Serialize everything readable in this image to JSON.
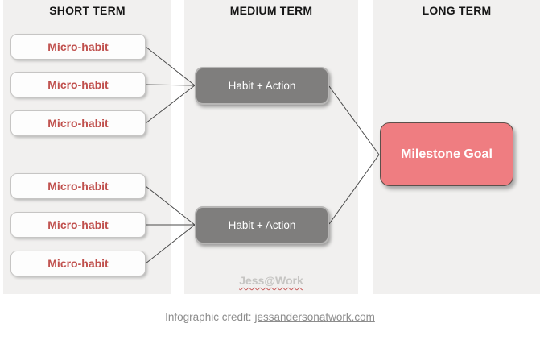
{
  "columns": [
    {
      "title": "SHORT TERM"
    },
    {
      "title": "MEDIUM TERM"
    },
    {
      "title": "LONG TERM"
    }
  ],
  "micro_habits": [
    "Micro-habit",
    "Micro-habit",
    "Micro-habit",
    "Micro-habit",
    "Micro-habit",
    "Micro-habit"
  ],
  "habit_actions": [
    "Habit + Action",
    "Habit + Action"
  ],
  "milestone_goal": "Milestone Goal",
  "watermark": "Jess@Work",
  "caption": {
    "prefix": "Infographic credit:",
    "link": "jessandersonatwork.com"
  },
  "colors": {
    "column_bg": "#f1f0ef",
    "micro_habit_text": "#c0504d",
    "habit_action_fill": "#7f7e7d",
    "milestone_fill": "#ef7d81",
    "connector": "#4a4a4a",
    "watermark_text": "#c6c5c3",
    "watermark_squiggle": "#c75b5b",
    "caption_text": "#8d8d8d"
  }
}
